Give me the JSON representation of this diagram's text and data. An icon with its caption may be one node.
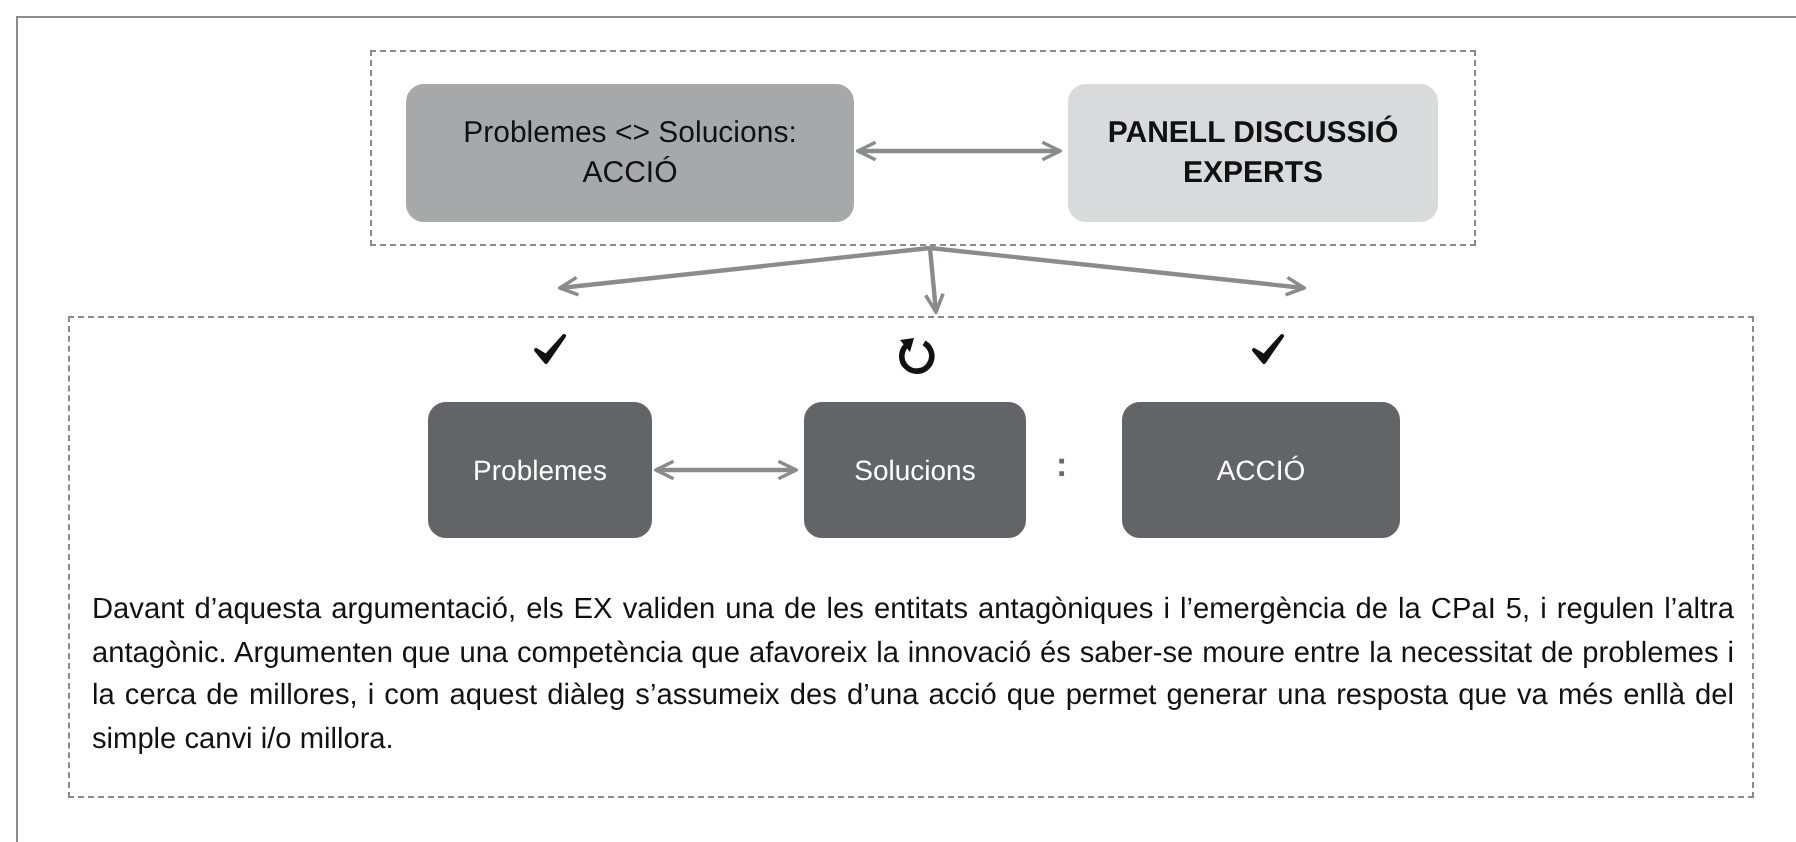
{
  "diagram": {
    "nodes": [
      {
        "text": [],
        "shape": "box"
      },
      {
        "text": [
          "Problemes <> Solucions: ACCIÓ"
        ],
        "in": 0
      },
      {
        "text": [
          "PANELL DISCUSSIÓ EXPERTS"
        ],
        "in": 0
      },
      {
        "text": [
          "Davant d’aquesta argumentació, els EX validen una de les entitats antagòniques i l’emergència de la CPaI 5, i regulen l’altra antagònic. Argumenten que una competència que afavoreix la innovació és saber-se moure entre la necessitat de problemes i la cerca de millores, i com aquest diàleg s’assumeix des d’una acció que permet generar una resposta que va més enllà del simple canvi i/o millora."
        ]
      },
      {
        "text": [
          "Problemes"
        ],
        "in": 3
      },
      {
        "text": [
          "Solucions"
        ],
        "in": 3
      },
      {
        "text": [
          "ACCIÓ"
        ],
        "in": 3
      }
    ],
    "edges": [
      {
        "from": 1,
        "to": 2,
        "arrow": "both"
      },
      {
        "from": 0,
        "to": 3,
        "arrow": "to"
      },
      {
        "from": 0,
        "to": 3,
        "arrow": "to"
      },
      {
        "from": 0,
        "to": 3,
        "arrow": "to"
      },
      {
        "from": 4,
        "to": 5,
        "arrow": "both"
      }
    ],
    "labels": [
      ":"
    ]
  }
}
